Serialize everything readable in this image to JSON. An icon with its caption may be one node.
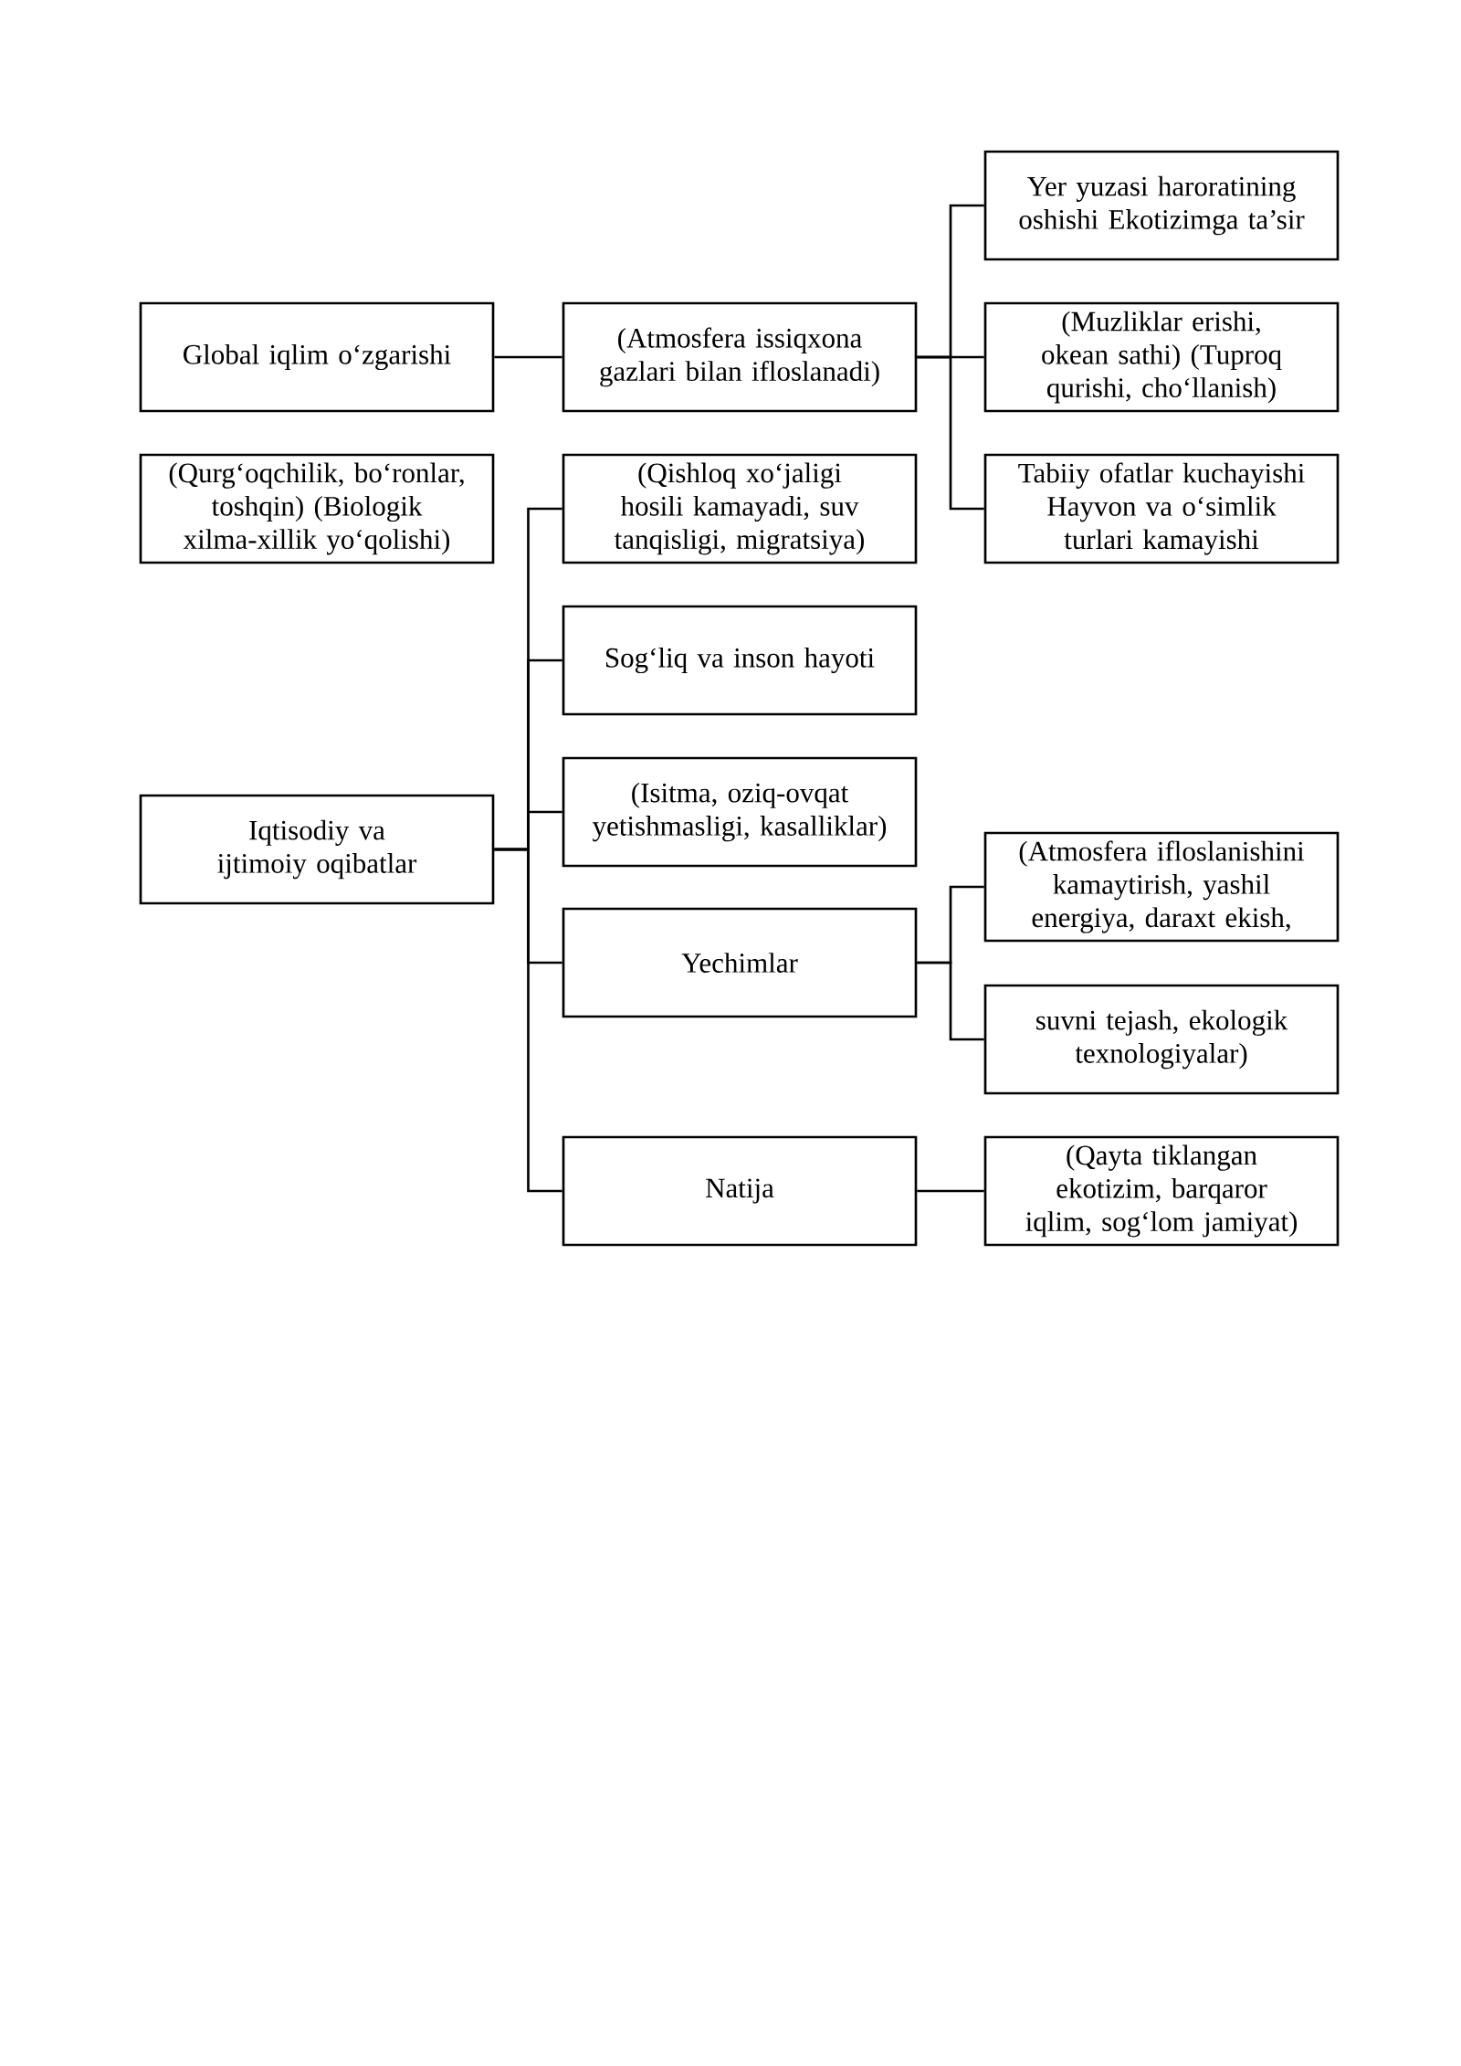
{
  "diagram": {
    "nodes": [
      {
        "text": [
          "Global iqlim o‘zgarishi"
        ]
      },
      {
        "text": [
          "(Atmosfera issiqxona gazlari bilan ifloslanadi)"
        ]
      },
      {
        "text": [
          "Yer yuzasi haroratining oshishi Ekotizimga ta’sir"
        ]
      },
      {
        "text": [
          "(Muzliklar erishi, okean sathi) (Tuproq qurishi, cho‘llanish)"
        ]
      },
      {
        "text": [
          "Tabiiy ofatlar kuchayishi Hayvon va o‘simlik turlari kamayishi"
        ]
      },
      {
        "text": [
          "(Qurg‘oqchilik, bo‘ronlar, toshqin) (Biologik xilma-xillik yo‘qolishi)"
        ]
      },
      {
        "text": [
          "(Qishloq xo‘jaligi hosili kamayadi, suv tanqisligi, migratsiya)"
        ]
      },
      {
        "text": [
          "Sog‘liq va inson hayoti"
        ]
      },
      {
        "text": [
          "(Isitma, oziq-ovqat yetishmasligi, kasalliklar)"
        ]
      },
      {
        "text": [
          "Iqtisodiy va ijtimoiy oqibatlar"
        ]
      },
      {
        "text": [
          "Yechimlar"
        ]
      },
      {
        "text": [
          "(Atmosfera ifloslanishini kamaytirish, yashil energiya, daraxt ekish,"
        ]
      },
      {
        "text": [
          "suvni tejash, ekologik texnologiyalar)"
        ]
      },
      {
        "text": [
          "Natija"
        ]
      },
      {
        "text": [
          "(Qayta tiklangan ekotizim, barqaror iqlim, sog‘lom jamiyat)"
        ]
      }
    ],
    "edges": [
      {
        "from": 0,
        "to": 1,
        "arrow": "none"
      },
      {
        "from": 1,
        "to": 2,
        "arrow": "none"
      },
      {
        "from": 1,
        "to": 3,
        "arrow": "none"
      },
      {
        "from": 1,
        "to": 4,
        "arrow": "none"
      },
      {
        "from": 9,
        "to": 6,
        "arrow": "none"
      },
      {
        "from": 9,
        "to": 7,
        "arrow": "none"
      },
      {
        "from": 9,
        "to": 8,
        "arrow": "none"
      },
      {
        "from": 9,
        "to": 10,
        "arrow": "none"
      },
      {
        "from": 9,
        "to": 13,
        "arrow": "none"
      },
      {
        "from": 10,
        "to": 11,
        "arrow": "none"
      },
      {
        "from": 10,
        "to": 12,
        "arrow": "none"
      },
      {
        "from": 13,
        "to": 14,
        "arrow": "none"
      }
    ]
  }
}
